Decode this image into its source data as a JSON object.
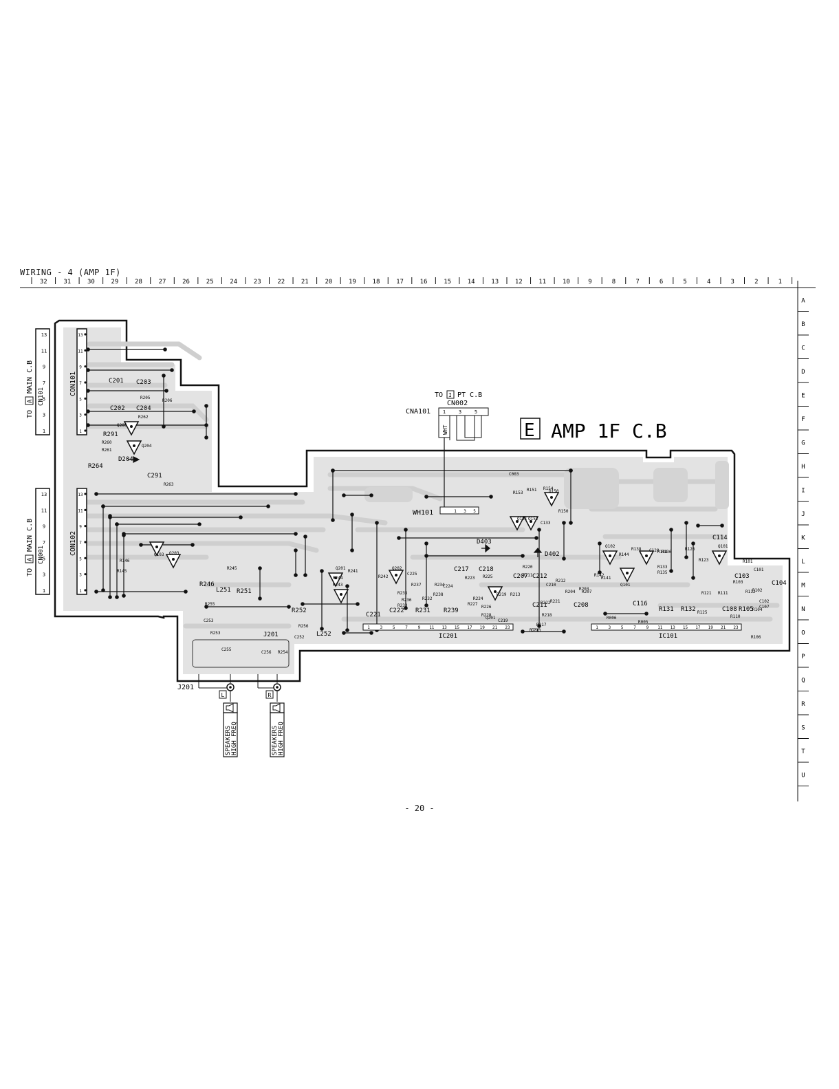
{
  "title": "WIRING - 4 (AMP 1F)",
  "page_number": "- 20 -",
  "column_labels": [
    "32",
    "31",
    "30",
    "29",
    "28",
    "27",
    "26",
    "25",
    "24",
    "23",
    "22",
    "21",
    "20",
    "19",
    "18",
    "17",
    "16",
    "15",
    "14",
    "13",
    "12",
    "11",
    "10",
    "9",
    "8",
    "7",
    "6",
    "5",
    "4",
    "3",
    "2",
    "1"
  ],
  "row_labels": [
    "A",
    "B",
    "C",
    "D",
    "E",
    "F",
    "G",
    "H",
    "I",
    "J",
    "K",
    "L",
    "M",
    "N",
    "O",
    "P",
    "Q",
    "R",
    "S",
    "T",
    "U"
  ],
  "board": {
    "letter": "E",
    "name": "AMP 1F C.B"
  },
  "connectors": {
    "cn101": {
      "ref": "CN101",
      "to_prefix": "TO",
      "to_box": "A",
      "to_text": "MAIN C.B",
      "pins": [
        "13",
        "11",
        "9",
        "7",
        "5",
        "3",
        "1"
      ]
    },
    "cn001": {
      "ref": "CN001",
      "to_prefix": "TO",
      "to_box": "A",
      "to_text": "MAIN C.B",
      "pins": [
        "13",
        "11",
        "9",
        "7",
        "5",
        "3",
        "1"
      ]
    },
    "con101": {
      "ref": "CON101",
      "pins": [
        "13",
        "11",
        "9",
        "7",
        "5",
        "3",
        "1"
      ]
    },
    "con102": {
      "ref": "CON102",
      "pins": [
        "13",
        "11",
        "9",
        "7",
        "5",
        "3",
        "1"
      ]
    },
    "cn002": {
      "ref": "CN002",
      "to_prefix": "TO",
      "to_box": "I",
      "to_text": "PT C.B",
      "pins": [
        "1",
        "3",
        "5"
      ]
    },
    "cna101": {
      "ref": "CNA101"
    },
    "wh101": {
      "ref": "WH101",
      "pins": [
        "1",
        "3",
        "5"
      ]
    },
    "wire_color": "WHT"
  },
  "outputs": {
    "jack_label": "J201",
    "jack_label_top": "J201",
    "speakers": [
      {
        "box": "L",
        "line1": "SPEAKERS",
        "line2": "HIGH FREQ"
      },
      {
        "box": "R",
        "line1": "SPEAKERS",
        "line2": "HIGH FREQ"
      }
    ]
  },
  "ics": {
    "ic201": {
      "ref": "IC201",
      "pins": [
        "1",
        "3",
        "5",
        "7",
        "9",
        "11",
        "13",
        "15",
        "17",
        "19",
        "21",
        "23"
      ]
    },
    "ic101": {
      "ref": "IC101",
      "pins": [
        "1",
        "3",
        "5",
        "7",
        "9",
        "11",
        "13",
        "15",
        "17",
        "19",
        "21",
        "23"
      ]
    }
  },
  "component_labels": [
    "C201",
    "C203",
    "C202",
    "C204",
    "R205",
    "R206",
    "R262",
    "R291",
    "R260",
    "R261",
    "D204",
    "Q204",
    "Q205",
    "R264",
    "C291",
    "R263",
    "R146",
    "R145",
    "Q103",
    "Q203",
    "R246",
    "R255",
    "L251",
    "C253",
    "R245",
    "R251",
    "R252",
    "R256",
    "L252",
    "R253",
    "C252",
    "C255",
    "C256",
    "R254",
    "Q201",
    "R243",
    "R244",
    "R241",
    "R242",
    "Q202",
    "C225",
    "R235",
    "R236",
    "R233",
    "R237",
    "C221",
    "C222",
    "R231",
    "R232",
    "C224",
    "R234",
    "R238",
    "R239",
    "C217",
    "C218",
    "R223",
    "R225",
    "R226",
    "R227",
    "R224",
    "R228",
    "Q201",
    "C219",
    "C207",
    "C212",
    "R211",
    "R220",
    "R219",
    "R213",
    "C211",
    "R222",
    "R221",
    "R216",
    "R217",
    "R218",
    "C210",
    "R212",
    "R204",
    "R203",
    "C208",
    "R207",
    "D403",
    "D402",
    "C003",
    "R153",
    "R151",
    "R154",
    "Q150",
    "Q151",
    "Q152",
    "R150",
    "C133",
    "C213",
    "R142",
    "Q102",
    "R144",
    "R141",
    "Q101",
    "R138",
    "C120",
    "R134",
    "R136",
    "R133",
    "R135",
    "C116",
    "R006",
    "R005",
    "R131",
    "R132",
    "R126",
    "R121",
    "R125",
    "C114",
    "R123",
    "C103",
    "Q101",
    "R101",
    "C101",
    "C104",
    "R111",
    "R103",
    "R112",
    "R102",
    "C102",
    "R104",
    "C107",
    "C108",
    "R105",
    "R110",
    "R106"
  ]
}
